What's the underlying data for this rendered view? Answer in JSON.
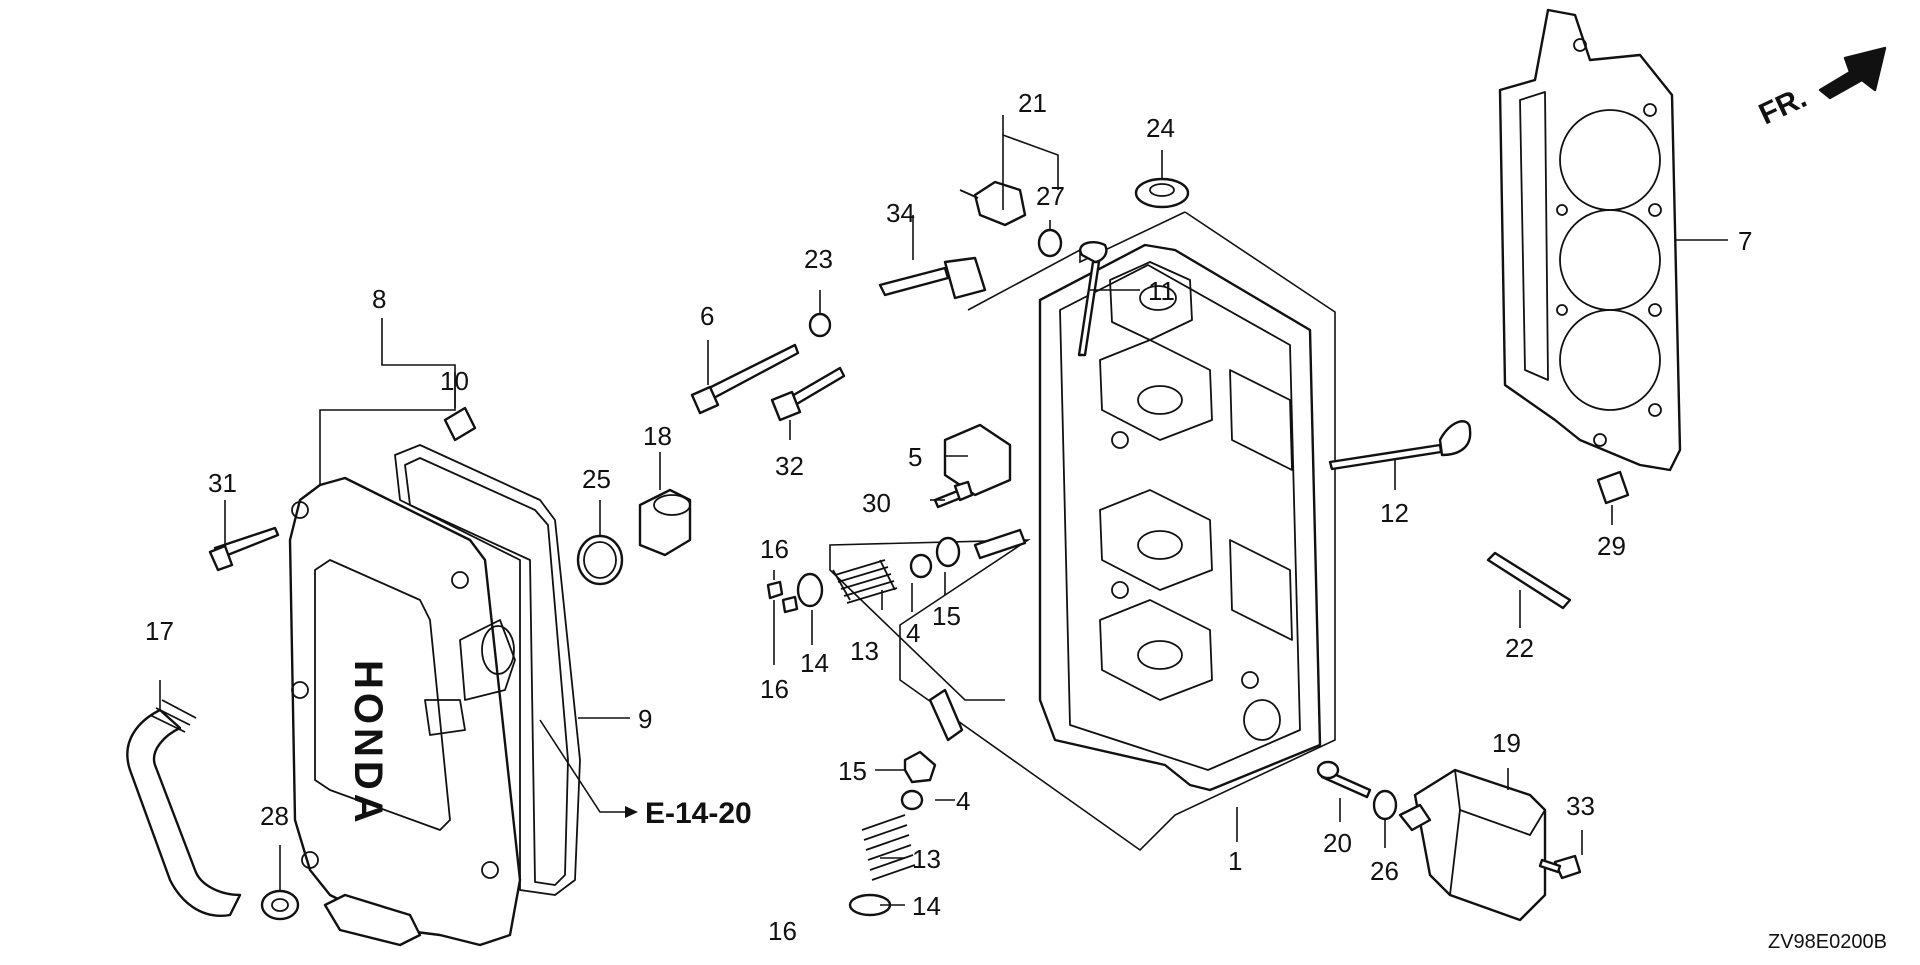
{
  "callouts": [
    {
      "id": "c1",
      "text": "1"
    },
    {
      "id": "c4a",
      "text": "4"
    },
    {
      "id": "c4b",
      "text": "4"
    },
    {
      "id": "c5",
      "text": "5"
    },
    {
      "id": "c6",
      "text": "6"
    },
    {
      "id": "c7",
      "text": "7"
    },
    {
      "id": "c8",
      "text": "8"
    },
    {
      "id": "c9",
      "text": "9"
    },
    {
      "id": "c10",
      "text": "10"
    },
    {
      "id": "c11",
      "text": "11"
    },
    {
      "id": "c12",
      "text": "12"
    },
    {
      "id": "c13a",
      "text": "13"
    },
    {
      "id": "c13b",
      "text": "13"
    },
    {
      "id": "c14a",
      "text": "14"
    },
    {
      "id": "c14b",
      "text": "14"
    },
    {
      "id": "c15a",
      "text": "15"
    },
    {
      "id": "c15b",
      "text": "15"
    },
    {
      "id": "c16a",
      "text": "16"
    },
    {
      "id": "c16b",
      "text": "16"
    },
    {
      "id": "c16c",
      "text": "16"
    },
    {
      "id": "c17",
      "text": "17"
    },
    {
      "id": "c18",
      "text": "18"
    },
    {
      "id": "c19",
      "text": "19"
    },
    {
      "id": "c20",
      "text": "20"
    },
    {
      "id": "c21",
      "text": "21"
    },
    {
      "id": "c22",
      "text": "22"
    },
    {
      "id": "c23",
      "text": "23"
    },
    {
      "id": "c24",
      "text": "24"
    },
    {
      "id": "c25",
      "text": "25"
    },
    {
      "id": "c26",
      "text": "26"
    },
    {
      "id": "c27",
      "text": "27"
    },
    {
      "id": "c28",
      "text": "28"
    },
    {
      "id": "c29",
      "text": "29"
    },
    {
      "id": "c30",
      "text": "30"
    },
    {
      "id": "c31",
      "text": "31"
    },
    {
      "id": "c32",
      "text": "32"
    },
    {
      "id": "c33",
      "text": "33"
    },
    {
      "id": "c34",
      "text": "34"
    }
  ],
  "reference": "E-14-20",
  "direction_label": "FR.",
  "cover_logo": "HONDA",
  "drawing_code": "ZV98E0200B"
}
